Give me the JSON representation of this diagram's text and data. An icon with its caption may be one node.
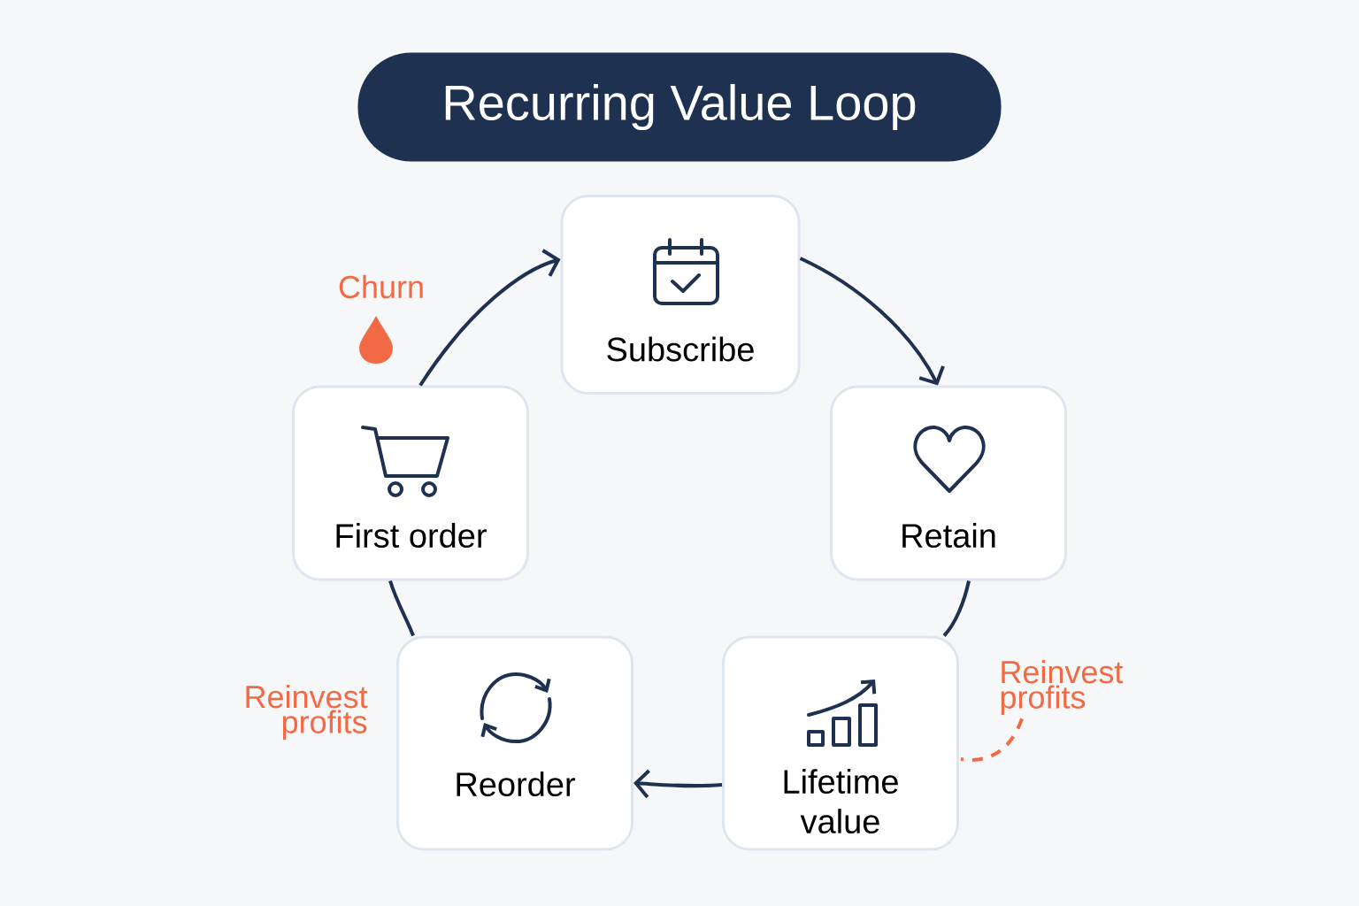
{
  "diagram": {
    "title": "Recurring Value Loop",
    "nodes": [
      {
        "text": [
          "Subscribe"
        ]
      },
      {
        "text": [
          "Retain"
        ]
      },
      {
        "text": [
          "Lifetime value"
        ]
      },
      {
        "text": [
          "Reorder"
        ]
      },
      {
        "text": [
          "First order"
        ]
      },
      {
        "text": [
          "Reinvest profits"
        ]
      }
    ],
    "edges": [
      {
        "from": 4,
        "to": 0,
        "arrow": "to"
      },
      {
        "from": 0,
        "to": 1,
        "arrow": "to"
      },
      {
        "from": 1,
        "to": 2,
        "arrow": "none"
      },
      {
        "from": 2,
        "to": 3,
        "arrow": "to"
      },
      {
        "from": 3,
        "to": 4,
        "arrow": "none"
      },
      {
        "from": 5,
        "to": 2,
        "arrow": "none",
        "style": "dashed",
        "color": "#f26a45"
      }
    ],
    "labels": [
      "Churn",
      "Reinvest profits"
    ]
  }
}
